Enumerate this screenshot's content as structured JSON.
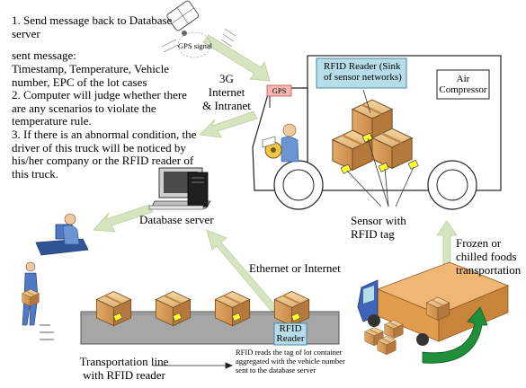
{
  "steps": {
    "s1": "1. Send message back to Database server",
    "s1b": "sent message:",
    "s1c": "Timestamp, Temperature, Vehicle number, EPC of the lot cases",
    "s2": "2. Computer will judge whether there are any scenarios to violate the temperature rule.",
    "s3": "3. If there is an abnormal condition, the driver of this truck will be noticed by his/her company or the RFID reader of this truck."
  },
  "labels": {
    "gps_signal": "GPS signal",
    "network": "3G\nInternet\n& Intranet",
    "gps_box": "GPS",
    "rfid_sink": "RFID Reader (Sink of sensor networks)",
    "air_compressor": "Air\nCompressor",
    "sensor_tag": "Sensor with\nRFID tag",
    "database_server": "Database server",
    "ethernet": "Ethernet or Internet",
    "rfid_reader": "RFID\nReader",
    "frozen": "Frozen or\nchilled foods\ntransportation",
    "transport_line": "Transportation line\nwith RFID reader",
    "rfid_note": "RFID reads the tag of lot container aggregated with the vehicle number sent to the database server"
  },
  "colors": {
    "arrow_green": "#d6e4bf",
    "box_blue": "#b7dde8",
    "gps_red": "#f4b6b0",
    "conveyor": "#a6a6a6",
    "box_tan": "#d99c5a",
    "tag_yellow": "#ffff33",
    "truck_blue": "#3e63b8",
    "turn_arrow": "#1f8f3a"
  }
}
